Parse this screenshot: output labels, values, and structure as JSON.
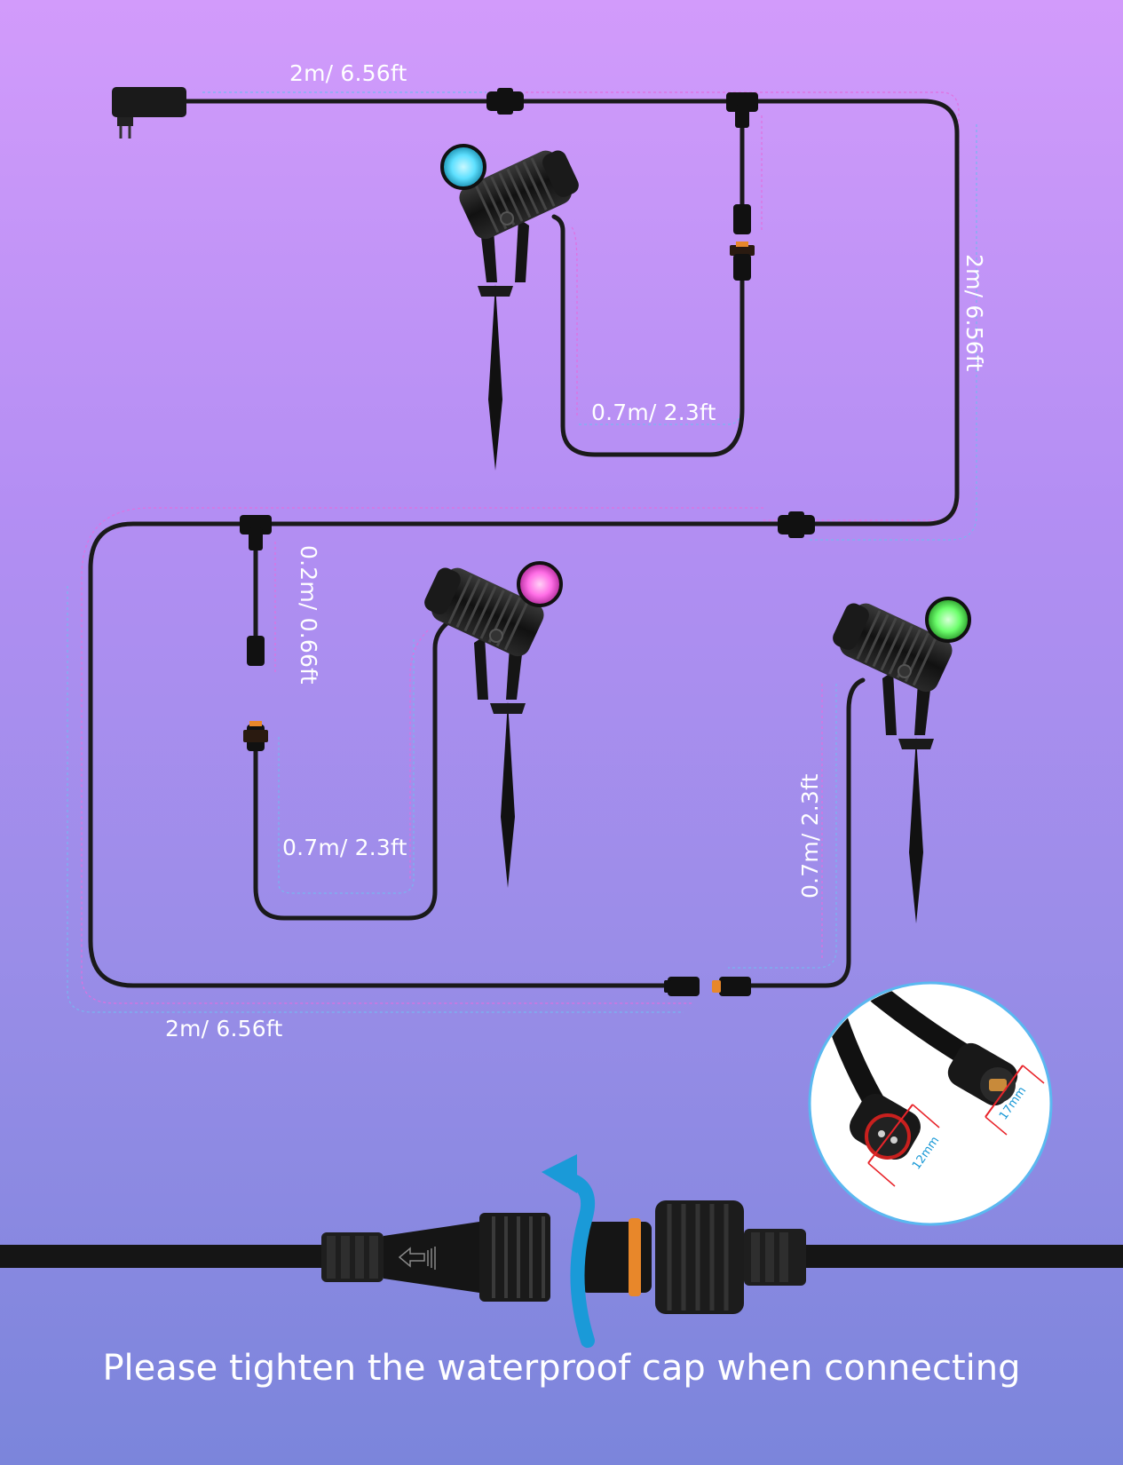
{
  "dimensions": {
    "top_main": "2m/ 6.56ft",
    "right_main": "2m/ 6.56ft",
    "lamp1_lead": "0.7m/ 2.3ft",
    "branch_short": "0.2m/ 0.66ft",
    "lamp2_lead": "0.7m/ 2.3ft",
    "lamp3_lead": "0.7m/ 2.3ft",
    "bottom_main": "2m/ 6.56ft"
  },
  "inset": {
    "male_diameter": "12mm",
    "female_diameter": "17mm"
  },
  "caption": "Please tighten the waterproof cap when connecting",
  "lamps": [
    {
      "name": "spotlight-1",
      "lens_color": "#5ee0ff"
    },
    {
      "name": "spotlight-2",
      "lens_color": "#ff6ee6"
    },
    {
      "name": "spotlight-3",
      "lens_color": "#6dff6d"
    }
  ],
  "colors": {
    "cable": "#1a1a1a",
    "dim_pink": "#e070e0",
    "dim_blue": "#78b6f0",
    "measure_red": "#e8242a",
    "measure_blue": "#1798d6",
    "arrow_blue": "#1a9ad8",
    "o_ring_orange": "#e8872a"
  }
}
